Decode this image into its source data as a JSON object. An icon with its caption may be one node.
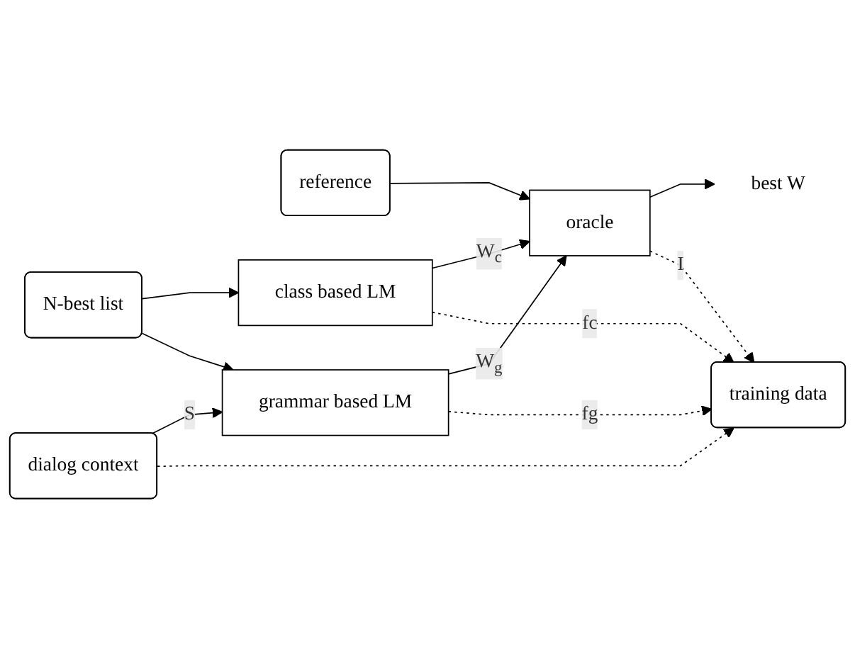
{
  "diagram": {
    "nodes": [
      {
        "text": [
          "reference"
        ]
      },
      {
        "text": [
          "N-best list"
        ]
      },
      {
        "text": [
          "class based LM"
        ]
      },
      {
        "text": [
          "grammar based LM"
        ]
      },
      {
        "text": [
          "oracle"
        ]
      },
      {
        "text": [
          "best W"
        ]
      },
      {
        "text": [
          "dialog context"
        ]
      },
      {
        "text": [
          "training data"
        ]
      }
    ],
    "edges": [
      {
        "from": 0,
        "to": 4,
        "arrow": "to"
      },
      {
        "from": 1,
        "to": 2,
        "arrow": "to"
      },
      {
        "from": 1,
        "to": 3,
        "arrow": "to"
      },
      {
        "from": 2,
        "to": 4,
        "arrow": "to",
        "label": "W$_{c}$"
      },
      {
        "from": 3,
        "to": 4,
        "arrow": "to",
        "label": "W$_{g}$"
      },
      {
        "from": 4,
        "to": 5,
        "arrow": "to"
      },
      {
        "from": 2,
        "to": 7,
        "arrow": "to",
        "label": "fc",
        "style": "dashed"
      },
      {
        "from": 3,
        "to": 7,
        "arrow": "to",
        "label": "fg",
        "style": "dashed"
      },
      {
        "from": 4,
        "to": 7,
        "arrow": "to",
        "label": "I",
        "style": "dashed"
      },
      {
        "from": 6,
        "to": 3,
        "arrow": "to",
        "label": "S"
      },
      {
        "from": 6,
        "to": 7,
        "arrow": "to",
        "style": "dashed"
      }
    ]
  }
}
